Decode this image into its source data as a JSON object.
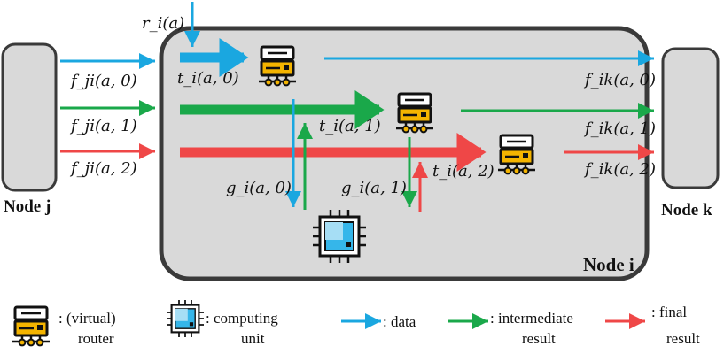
{
  "colors": {
    "data": "#1aa7e0",
    "intermediate": "#1aa84a",
    "final": "#ef4747",
    "node_fill": "#d9d9d9",
    "node_stroke": "#3a3a3a",
    "router_body": "#f4b400"
  },
  "labels": {
    "r_in": "r_i(a)",
    "f_ji_0": "f_ji(a, 0)",
    "f_ji_1": "f_ji(a, 1)",
    "f_ji_2": "f_ji(a, 2)",
    "t_0": "t_i(a, 0)",
    "t_1": "t_i(a, 1)",
    "t_2": "t_i(a, 2)",
    "g_0": "g_i(a, 0)",
    "g_1": "g_i(a, 1)",
    "f_ik_0": "f_ik(a, 0)",
    "f_ik_1": "f_ik(a, 1)",
    "f_ik_2": "f_ik(a, 2)"
  },
  "nodes": {
    "node_j": "Node j",
    "node_i": "Node i",
    "node_k": "Node k"
  },
  "legend": {
    "router_line1": ": (virtual)",
    "router_line2": "router",
    "compute_line1": ": computing",
    "compute_line2": "unit",
    "data": ": data",
    "intermediate_line1": ": intermediate",
    "intermediate_line2": "result",
    "final_line1": ": final",
    "final_line2": "result"
  },
  "icons": {
    "router": "router-icon",
    "computing_unit": "chip-icon"
  }
}
